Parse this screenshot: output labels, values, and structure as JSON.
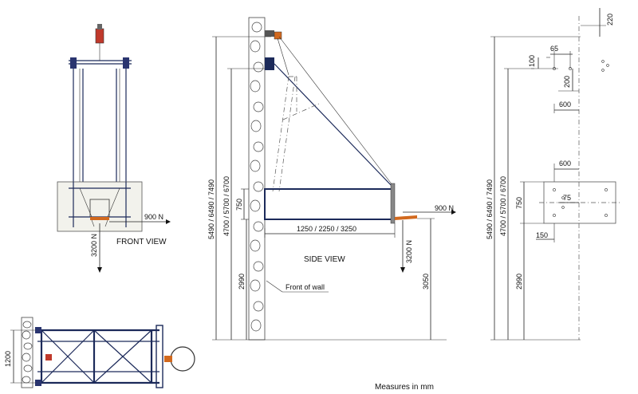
{
  "labels": {
    "front_view": "FRONT VIEW",
    "side_view": "SIDE VIEW",
    "front_of_wall": "Front of wall",
    "measures": "Measures in mm"
  },
  "loads": {
    "horizontal_front": "900 N",
    "vertical_front": "3200 N",
    "horizontal_side": "900 N",
    "vertical_side": "3200 N"
  },
  "side_dims": {
    "total_height": "5490 / 6490 / 7490",
    "upper_height": "4700 / 5700 / 6700",
    "board_height": "750",
    "projection": "1250 / 2250 / 3250",
    "lower_bracket_height": "2990",
    "rim_height": "3050"
  },
  "right_dims": {
    "top_offset": "220",
    "bolt_spacing": "65",
    "bolt_vertical": "100",
    "bracket_offset": "200",
    "upper_width": "600",
    "plate_width": "600",
    "plate_height": "750",
    "inner_bolt": "75",
    "edge_offset": "150",
    "total_height": "5490 / 6490 / 7490",
    "upper_height": "4700 / 5700 / 6700",
    "lower_height": "2990"
  },
  "plan_dims": {
    "depth": "1200"
  },
  "colors": {
    "frame": "#1c2a5a",
    "rim": "#d2691e",
    "winch": "#c0392b"
  }
}
